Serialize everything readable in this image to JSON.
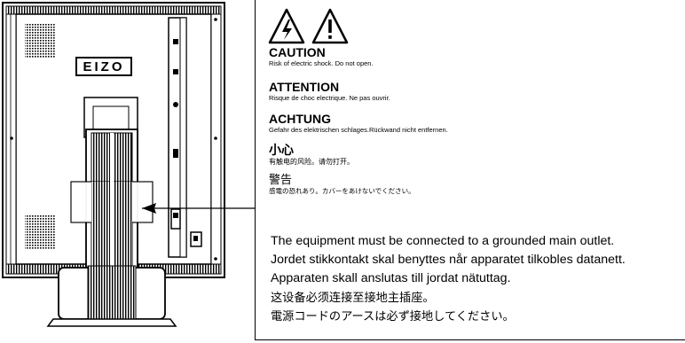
{
  "monitor": {
    "brand_logo": "EIZO"
  },
  "warnings": {
    "caution": {
      "title": "CAUTION",
      "text": "Risk of electric shock. Do not open."
    },
    "attention": {
      "title": "ATTENTION",
      "text": "Risque de choc electrique. Ne pas ouvrir."
    },
    "achtung": {
      "title": "ACHTUNG",
      "text": "Gefahr des elektrischen schlages.Rückwand nicht entfernen."
    },
    "chinese": {
      "title": "小心",
      "text": "有触电的风险。请勿打开。"
    },
    "japanese": {
      "title": "警告",
      "text": "感電の恐れあり。カバーをあけないでください。"
    }
  },
  "grounding_notes": [
    "The equipment must be connected to a grounded main outlet.",
    "Jordet stikkontakt skal benyttes når apparatet tilkobles datanett.",
    "Apparaten skall anslutas till jordat nätuttag.",
    "这设备必须连接至接地主插座。",
    "電源コードのアースは必ず接地してください。"
  ]
}
